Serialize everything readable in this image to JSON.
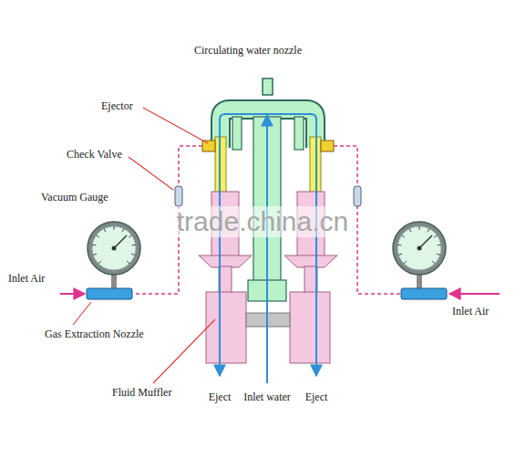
{
  "diagram": {
    "labels": [
      "Circulating water nozzle",
      "Ejector",
      "Check Valve",
      "Vacuum Gauge",
      "Inlet Air",
      "Gas Extraction Nozzle",
      "Fluid Muffler",
      "Eject",
      "Inlet water",
      "Eject",
      "Inlet Air",
      "trade.china.cn"
    ]
  }
}
